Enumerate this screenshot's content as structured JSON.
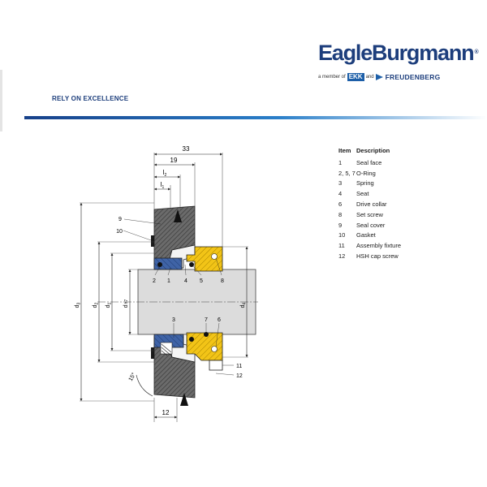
{
  "brand": {
    "name": "EagleBurgmann",
    "reg": "®",
    "member_prefix": "a member of",
    "partner1": "EKK",
    "and_word": "and",
    "partner2": "FREUDENBERG",
    "tagline": "RELY ON EXCELLENCE",
    "colors": {
      "navy": "#1d3e7c",
      "accent": "#1d5fa8"
    }
  },
  "legend": {
    "header_item": "Item",
    "header_desc": "Description",
    "rows": [
      {
        "item": "1",
        "desc": "Seal face"
      },
      {
        "item": "2, 5, 7",
        "desc": "O-Ring"
      },
      {
        "item": "3",
        "desc": "Spring"
      },
      {
        "item": "4",
        "desc": "Seat"
      },
      {
        "item": "6",
        "desc": "Drive collar"
      },
      {
        "item": "8",
        "desc": "Set screw"
      },
      {
        "item": "9",
        "desc": "Seal cover"
      },
      {
        "item": "10",
        "desc": "Gasket"
      },
      {
        "item": "11",
        "desc": "Assembly fixture"
      },
      {
        "item": "12",
        "desc": "HSH cap screw"
      }
    ]
  },
  "drawing": {
    "dims": {
      "overall": "33",
      "face": "19",
      "l2": "l",
      "l2_sub": "2",
      "l1": "l",
      "l1_sub": "1",
      "bottom": "12",
      "angle": "15°"
    },
    "diameters": [
      {
        "base": "d",
        "sub": "3"
      },
      {
        "base": "d",
        "sub": "2"
      },
      {
        "base": "d",
        "sub": "1"
      },
      {
        "base": "d",
        "sub": "h7"
      },
      {
        "base": "d",
        "sub": "4"
      }
    ],
    "callouts_top": [
      "2",
      "1",
      "4",
      "5",
      "8"
    ],
    "callouts_bottom": [
      "3",
      "7",
      "6"
    ],
    "callouts_side": [
      "9",
      "10"
    ],
    "callouts_right": [
      "11",
      "12"
    ],
    "colors": {
      "blue_part": "#3f63a6",
      "yellow_part": "#f2c417",
      "housing": "#6b6b6b",
      "shaft": "#dcdcdc"
    }
  }
}
